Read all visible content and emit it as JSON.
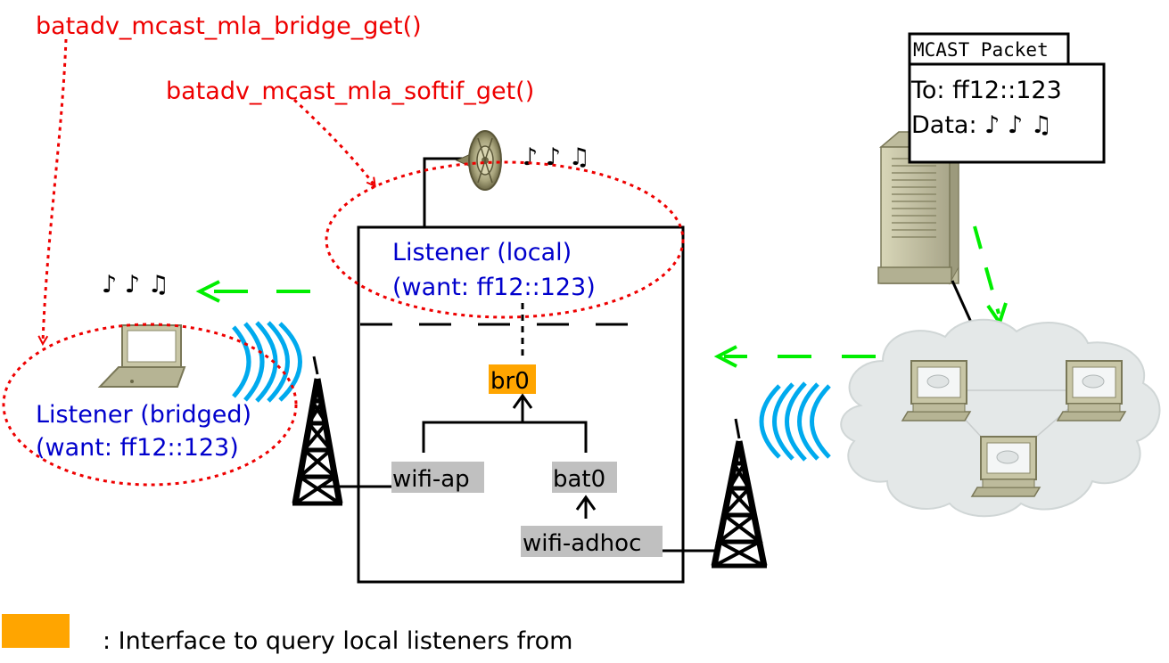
{
  "labels": {
    "bridge_get": "batadv_mcast_mla_bridge_get()",
    "softif_get": "batadv_mcast_mla_softif_get()",
    "local_line1": "Listener (local)",
    "local_line2": "(want: ff12::123)",
    "bridged_line1": "Listener (bridged)",
    "bridged_line2": "(want: ff12::123)"
  },
  "interfaces": {
    "br0": "br0",
    "wifi_ap": "wifi-ap",
    "bat0": "bat0",
    "wifi_adhoc": "wifi-adhoc"
  },
  "packet": {
    "header": "MCAST Packet",
    "to": "To: ff12::123",
    "data": "Data: ♪ ♪ ♫"
  },
  "music_notes": {
    "speaker": "♪ ♪ ♫",
    "laptop": "♪ ♪ ♫"
  },
  "legend": {
    "text": ": Interface to query local listeners from"
  },
  "colors": {
    "query_interface": "#ffa500",
    "interface_box": "#c0c0c0",
    "function_label": "#ee0000",
    "listener_label": "#0000cc",
    "flow_arrow": "#00ee00",
    "wireless_waves": "#00aaee"
  },
  "icons": [
    "speaker-icon",
    "laptop-icon",
    "radio-tower-icon",
    "server-icon",
    "network-cloud-icon",
    "wireless-waves-icon"
  ]
}
